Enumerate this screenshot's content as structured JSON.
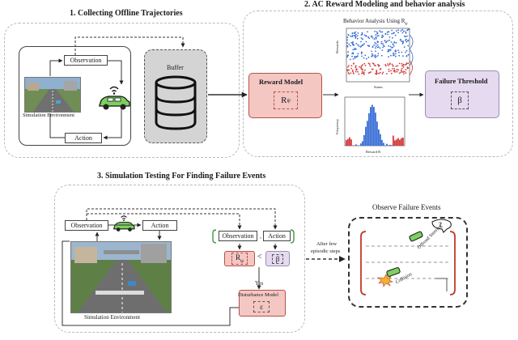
{
  "panel1": {
    "title": "1. Collecting Offline Trajectories",
    "observation": "Observation",
    "action": "Action",
    "sim_env": "Simulation Environment",
    "buffer": "Buffer"
  },
  "panel2": {
    "title": "2. AC Reward Modeling and behavior analysis",
    "analysis_title": "Behavior Analysis Using R",
    "analysis_sub": "ψ",
    "reward_model": "Reward Model",
    "reward_symbol": "R",
    "reward_sub": "ψ",
    "failure_threshold": "Failure Threshold",
    "beta": "β",
    "plot_ylabel": "Rewards",
    "plot_xlabel": "States",
    "hist_ylabel": "Frequency",
    "hist_xlabel": "Reward R"
  },
  "panel3": {
    "title": "3. Simulation Testing For Finding Failure Events",
    "observation": "Observation",
    "action": "Action",
    "observation2": "Observation",
    "action2": "Action",
    "sim_env": "Simulation Environment",
    "rpsi": "R",
    "rpsi_sub": "ψ",
    "less": "<",
    "beta": "β",
    "yes": "Yes",
    "disturbance_model": "Disturbance Model",
    "epsilon": "ε",
    "after_steps_1": "After few",
    "after_steps_2": "episodic steps"
  },
  "failure": {
    "title": "Observe Failure Events",
    "offroad": "Offroad Steering",
    "collision": "Collision",
    "question": "?"
  },
  "colors": {
    "reward_fill": "#f4c7c3",
    "reward_stroke": "#b7514a",
    "threshold_fill": "#e5daf0",
    "buffer_fill": "#d4d4d4",
    "blue_series": "#3b6fd6",
    "red_series": "#d33a3a",
    "green_bracket": "#3f9a3a",
    "red_bracket": "#c0392b"
  }
}
